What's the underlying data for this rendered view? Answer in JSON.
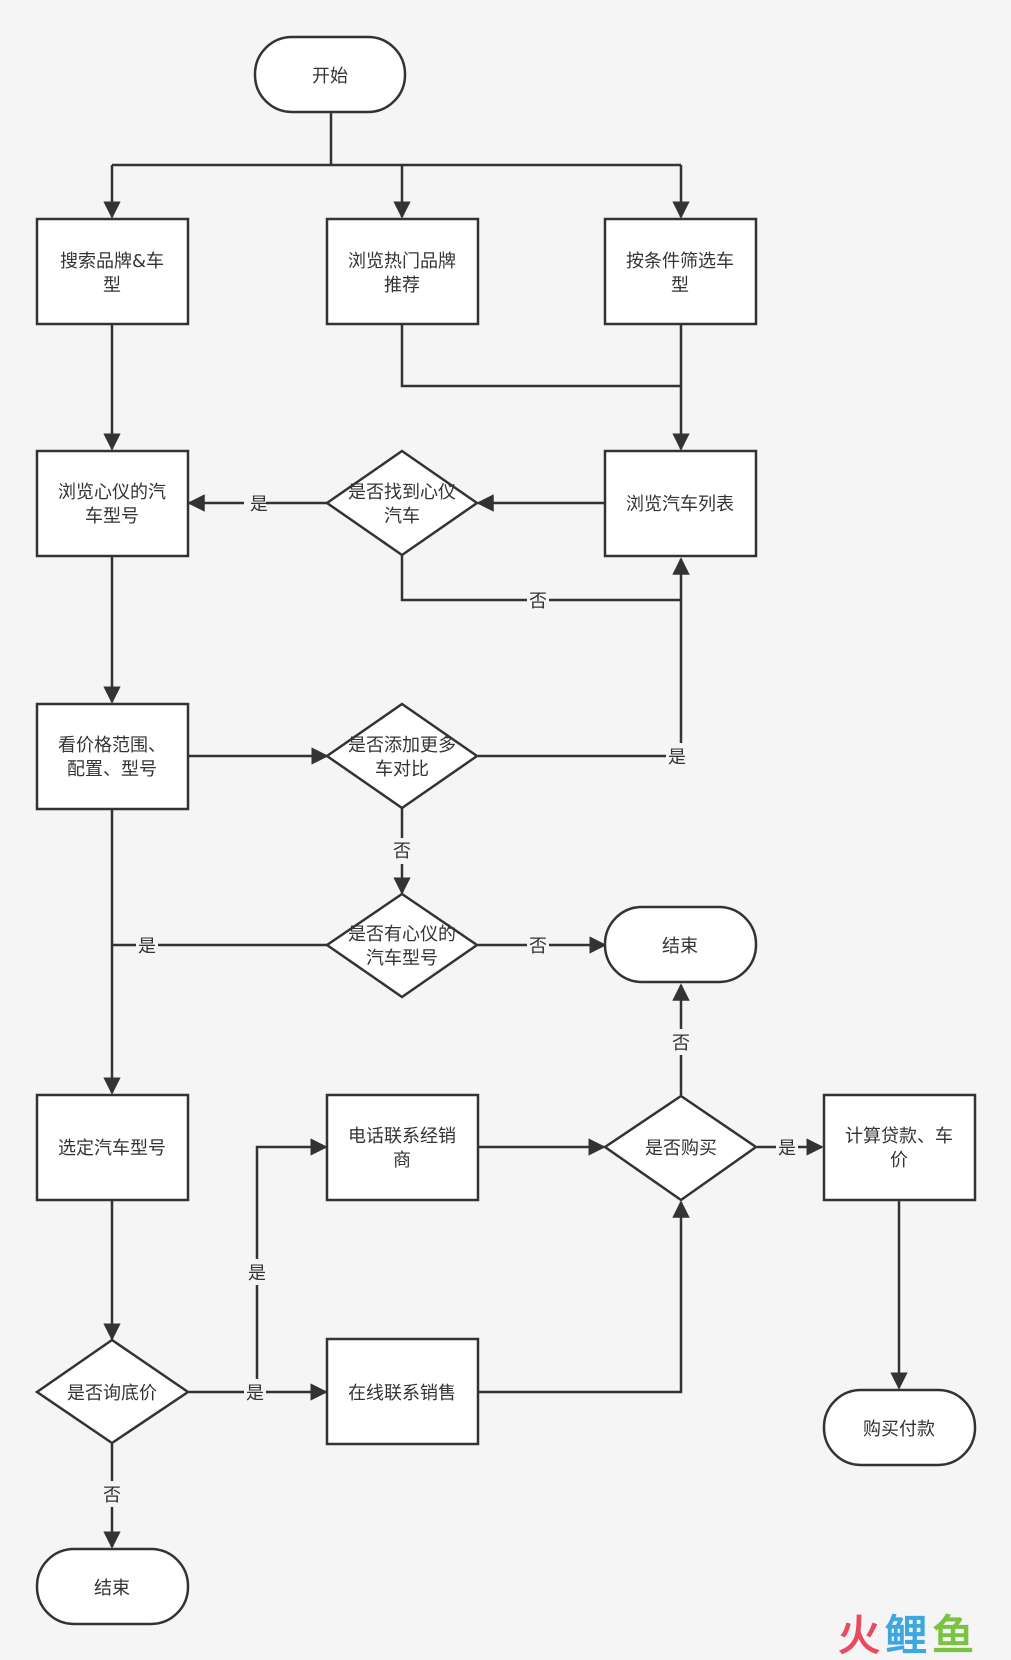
{
  "nodes": {
    "start": "开始",
    "search_brand": [
      "搜索品牌&车",
      "型"
    ],
    "browse_hot": [
      "浏览热门品牌",
      "推荐"
    ],
    "filter": [
      "按条件筛选车",
      "型"
    ],
    "browse_model": [
      "浏览心仪的汽",
      "车型号"
    ],
    "found": [
      "是否找到心仪",
      "汽车"
    ],
    "car_list": "浏览汽车列表",
    "compare_view": [
      "看价格范围、",
      "配置、型号"
    ],
    "add_more": [
      "是否添加更多",
      "车对比"
    ],
    "has_fav": [
      "是否有心仪的",
      "汽车型号"
    ],
    "end_1": "结束",
    "select_model": "选定汽车型号",
    "phone_dealer": [
      "电话联系经销",
      "商"
    ],
    "buy_q": "是否购买",
    "calc": [
      "计算贷款、车",
      "价"
    ],
    "ask_price": "是否询底价",
    "online_sales": "在线联系销售",
    "pay": "购买付款",
    "end_2": "结束"
  },
  "edge_labels": {
    "found_yes": "是",
    "found_no": "否",
    "add_more_yes": "是",
    "add_more_no": "否",
    "has_fav_yes": "是",
    "has_fav_no": "否",
    "buy_no": "否",
    "buy_yes": "是",
    "ask_phone_yes": "是",
    "ask_online_yes": "是",
    "ask_no": "否"
  },
  "watermark": [
    "火",
    "鲤",
    "鱼"
  ]
}
